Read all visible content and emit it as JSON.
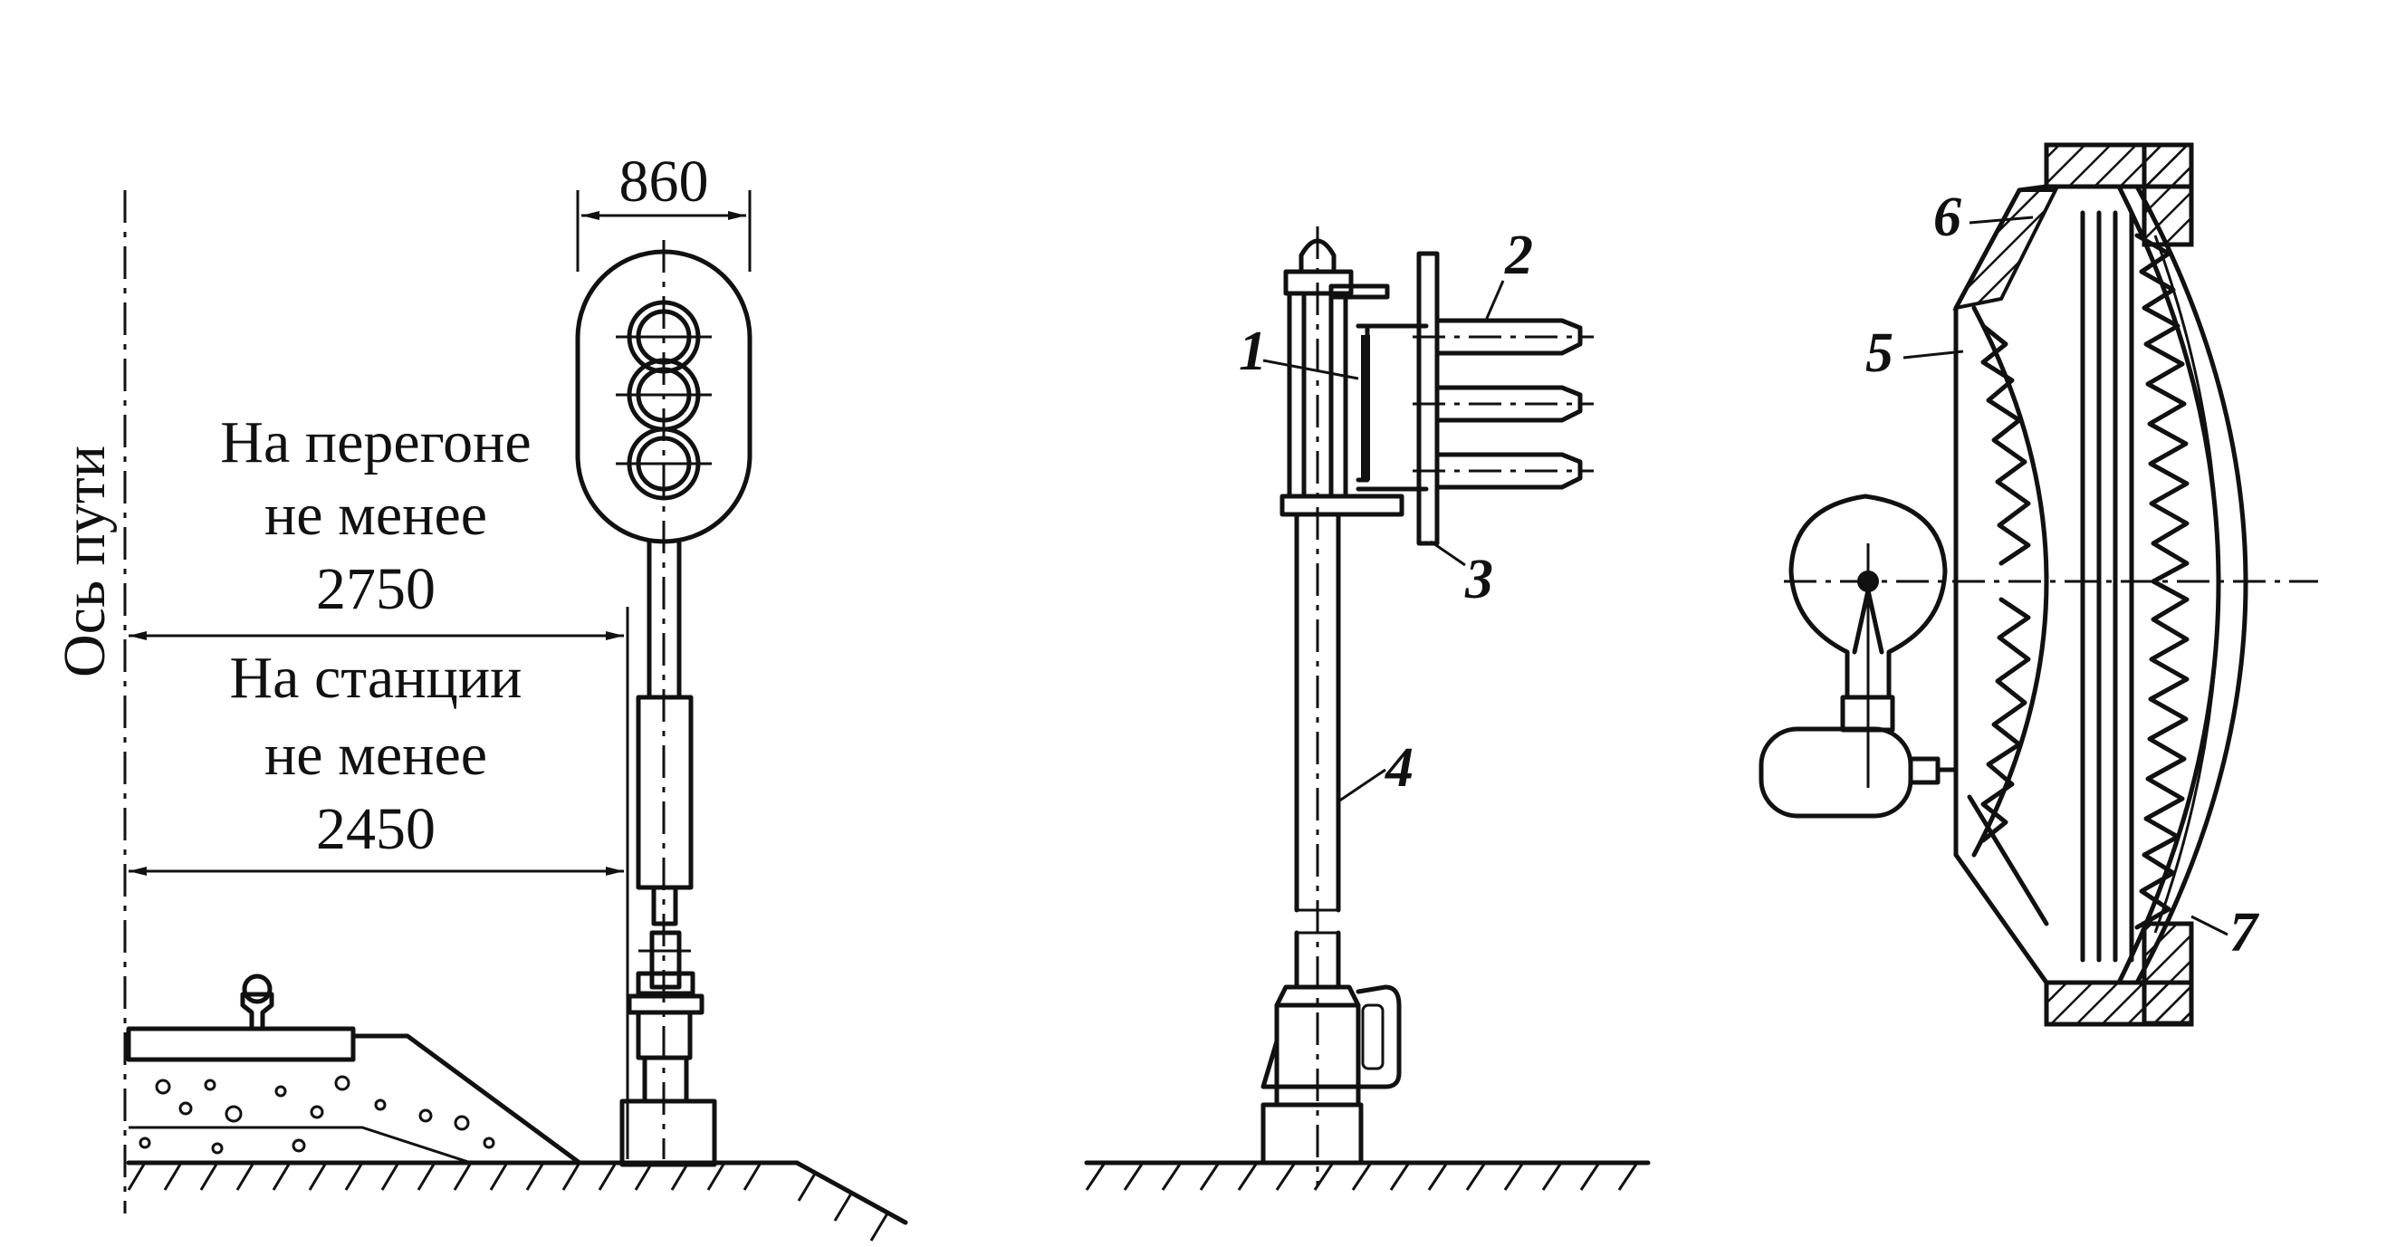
{
  "figure_a": {
    "track_axis_label": "Ось пути",
    "width_dim": "860",
    "stage_line1": "На перегоне",
    "stage_line2": "не менее",
    "stage_value": "2750",
    "station_line1": "На станции",
    "station_line2": "не менее",
    "station_value": "2450"
  },
  "figure_b": {
    "callouts": [
      "1",
      "2",
      "3",
      "4"
    ]
  },
  "figure_c": {
    "callouts": [
      "5",
      "6",
      "7"
    ]
  }
}
